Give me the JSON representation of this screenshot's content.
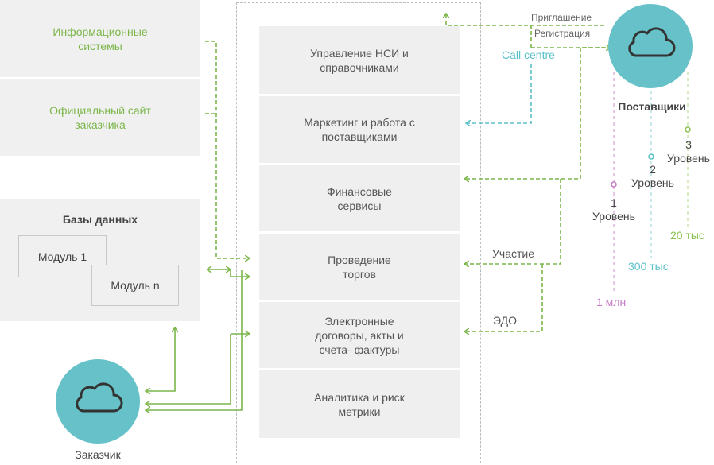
{
  "left_sources": {
    "info_systems": "Информационные\nсистемы",
    "official_site": "Официальный сайт\nзаказчика"
  },
  "databases": {
    "title": "Базы данных",
    "module1": "Модуль 1",
    "module_n": "Модуль n"
  },
  "platform_blocks": [
    {
      "label": "Управление НСИ и\nсправочниками"
    },
    {
      "label": "Маркетинг и работа с\nпоставщиками"
    },
    {
      "label": "Финансовые\nсервисы"
    },
    {
      "label": "Проведение\nторгов"
    },
    {
      "label": "Электронные\nдоговоры, акты и\nсчета- фактуры"
    },
    {
      "label": "Аналитика и риск\nметрики"
    }
  ],
  "customer": {
    "label": "Заказчик"
  },
  "suppliers": {
    "label": "Поставщики"
  },
  "call_centre": {
    "label": "Call centre"
  },
  "flow_labels": {
    "invitation": "Приглашение",
    "registration": "Регистрация",
    "participation": "Участие",
    "edo": "ЭДО"
  },
  "levels": [
    {
      "label": "1\nУровень",
      "count": "1 млн",
      "color": "#c77dc8"
    },
    {
      "label": "2\nУровень",
      "count": "300 тыс",
      "color": "#5bc0c8"
    },
    {
      "label": "3\nУровень",
      "count": "20 тыс",
      "color": "#8cc152"
    }
  ],
  "colors": {
    "green": "#7ab648",
    "teal": "#5bc0c8",
    "circle": "#66c2c8",
    "panel": "#efefef"
  }
}
